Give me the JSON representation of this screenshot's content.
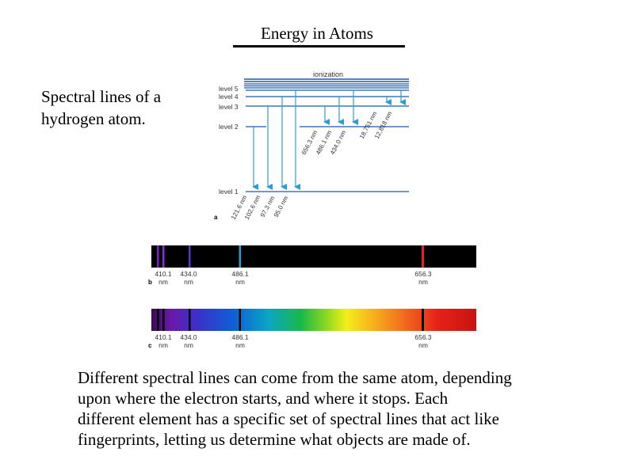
{
  "slide": {
    "title": "Energy in Atoms",
    "caption_lines": [
      "Spectral lines of a",
      "hydrogen atom."
    ],
    "description_lines": [
      "Different spectral lines can come from the same atom, depending",
      "upon where the electron starts, and where it stops.  Each",
      "different element has a specific set of spectral lines that act like",
      "fingerprints, letting us determine what objects are made of."
    ]
  },
  "diagram": {
    "panel_label": "a",
    "ionization_label": "ionization",
    "level_labels": [
      "level 5",
      "level 4",
      "level 3",
      "level 2",
      "level 1"
    ],
    "lyman_labels": [
      "121.6 nm",
      "102.6 nm",
      "97.3 nm",
      "95.0 nm"
    ],
    "balmer_labels": [
      "656.3 nm",
      "486.1 nm",
      "434.0 nm"
    ],
    "paschen_labels": [
      "18,751 nm",
      "12,818 nm"
    ],
    "line_color": "#2a9fd6",
    "level_color": "#1f5aa6"
  },
  "spectra": {
    "emission": {
      "panel_label": "b",
      "lines": [
        {
          "value": "410.1",
          "unit": "nm",
          "color": "#8a2be2"
        },
        {
          "value": "434.0",
          "unit": "nm",
          "color": "#4b3bd6"
        },
        {
          "value": "486.1",
          "unit": "nm",
          "color": "#1ea0d8"
        },
        {
          "value": "656.3",
          "unit": "nm",
          "color": "#e8201a"
        }
      ]
    },
    "absorption": {
      "panel_label": "c",
      "lines": [
        {
          "value": "410.1",
          "unit": "nm"
        },
        {
          "value": "434.0",
          "unit": "nm"
        },
        {
          "value": "486.1",
          "unit": "nm"
        },
        {
          "value": "656.3",
          "unit": "nm"
        }
      ]
    }
  }
}
